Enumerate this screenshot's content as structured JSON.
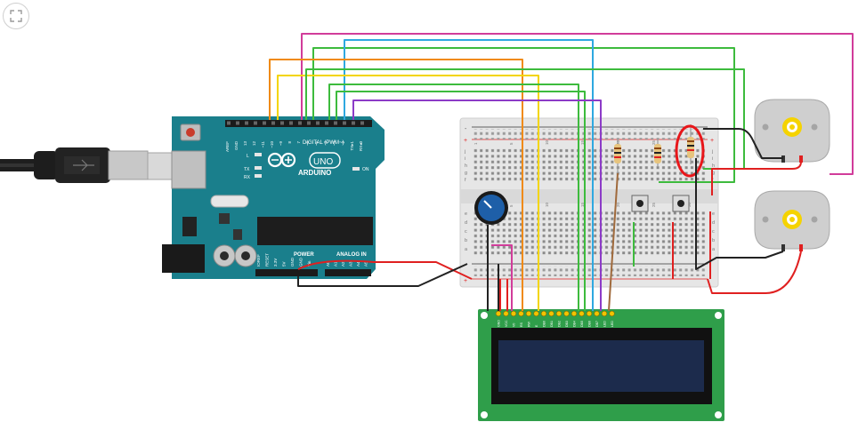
{
  "toolbar": {
    "fullscreen_icon": "fullscreen-icon"
  },
  "arduino": {
    "brand": "ARDUINO",
    "model": "UNO",
    "digital_header": "DIGITAL (PWM~)",
    "pin_labels_digital": [
      "AREF",
      "GND",
      "13",
      "12",
      "~11",
      "~10",
      "~9",
      "8",
      "7",
      "~6",
      "~5",
      "4",
      "~3",
      "2",
      "TX▸1",
      "RX◂0"
    ],
    "power_label": "POWER",
    "analog_label": "ANALOG IN",
    "pin_labels_power": [
      "IOREF",
      "RESET",
      "3.3V",
      "5V",
      "GND",
      "GND",
      "Vin"
    ],
    "pin_labels_analog": [
      "A0",
      "A1",
      "A2",
      "A3",
      "A4",
      "A5"
    ],
    "led_labels": {
      "l": "L",
      "tx": "TX",
      "rx": "RX",
      "on": "ON"
    }
  },
  "breadboard": {
    "row_letters_top": [
      "j",
      "i",
      "h",
      "g",
      "f"
    ],
    "row_letters_bottom": [
      "e",
      "d",
      "c",
      "b",
      "a"
    ],
    "rail_plus": "+",
    "rail_minus": "-",
    "column_numbers": [
      "1",
      "5",
      "10",
      "15",
      "20",
      "25",
      "30"
    ]
  },
  "lcd": {
    "pin_labels": [
      "GND",
      "VCC",
      "V0",
      "RS",
      "RW",
      "E",
      "DB0",
      "DB1",
      "DB2",
      "DB3",
      "DB4",
      "DB5",
      "DB6",
      "DB7",
      "LED",
      "LED"
    ]
  },
  "colors": {
    "orange": "#f08a12",
    "yellow": "#f3d500",
    "green": "#3dbb3d",
    "cyan": "#2ea8e0",
    "magenta": "#d13c9a",
    "purple": "#8c3bc7",
    "brown": "#a06a3c",
    "red": "#e02020",
    "black": "#222222",
    "arduino_teal": "#1a7f8c",
    "lcd_green": "#2f9e4a",
    "lcd_screen": "#1c2b4c",
    "highlight_red": "#e8161a"
  }
}
